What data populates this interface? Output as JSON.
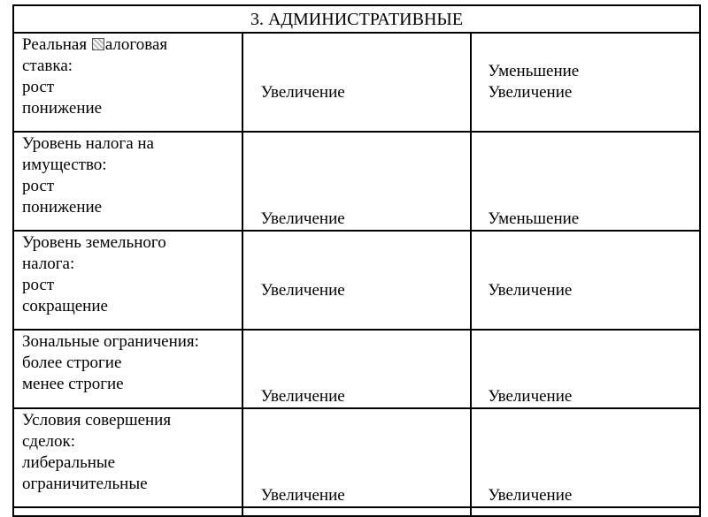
{
  "header": {
    "title": "3. АДМИНИСТРАТИВНЫЕ"
  },
  "rows": [
    {
      "label_lines": [
        "Реальная ",
        "алоговая",
        "ставка:",
        "рост",
        "понижение"
      ],
      "col2": "Увеличение",
      "col3_lines": [
        "Уменьшение",
        "Увеличение"
      ]
    },
    {
      "label_lines": [
        "Уровень налога на",
        "имущество:",
        "рост",
        "понижение"
      ],
      "col2": "Увеличение",
      "col3": "Уменьшение"
    },
    {
      "label_lines": [
        "Уровень земельного",
        "налога:",
        "рост",
        "сокращение"
      ],
      "col2": "Увеличение",
      "col3": "Увеличение"
    },
    {
      "label_lines": [
        "Зональные ограничения:",
        "более строгие",
        "менее строгие"
      ],
      "col2": "Увеличение",
      "col3": "Увеличение"
    },
    {
      "label_lines": [
        "Условия совершения",
        "сделок:",
        "либеральные",
        "ограничительные"
      ],
      "col2": "Увеличение",
      "col3": "Увеличение"
    }
  ],
  "icons": {
    "broken_glyph": "missing-character-icon"
  }
}
